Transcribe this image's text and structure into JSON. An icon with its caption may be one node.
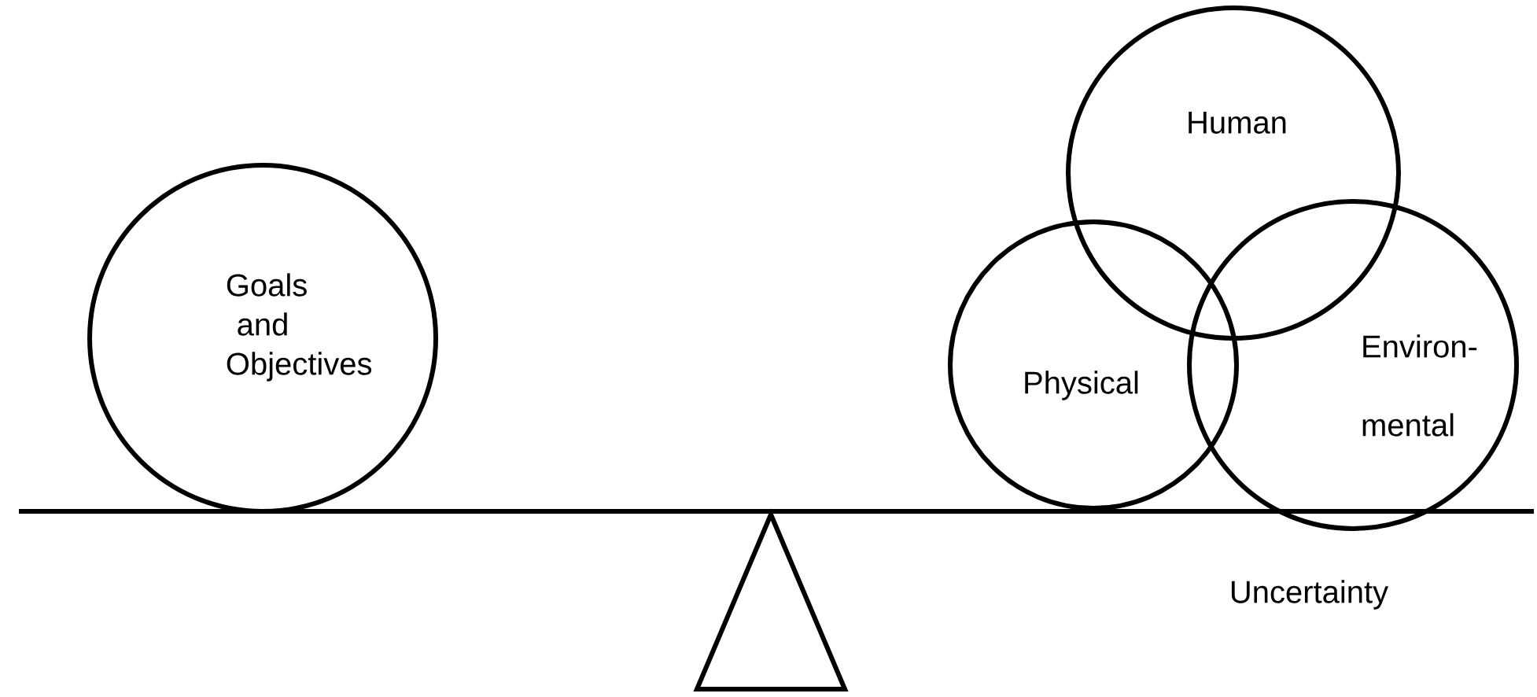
{
  "diagram": {
    "nodes": [
      {
        "text": [
          "Goals and Objectives"
        ]
      },
      {
        "text": [
          "Human"
        ]
      },
      {
        "text": [
          "Physical"
        ]
      },
      {
        "text": [
          "Environ- mental"
        ]
      }
    ],
    "labels": [
      "Uncertainty"
    ]
  }
}
